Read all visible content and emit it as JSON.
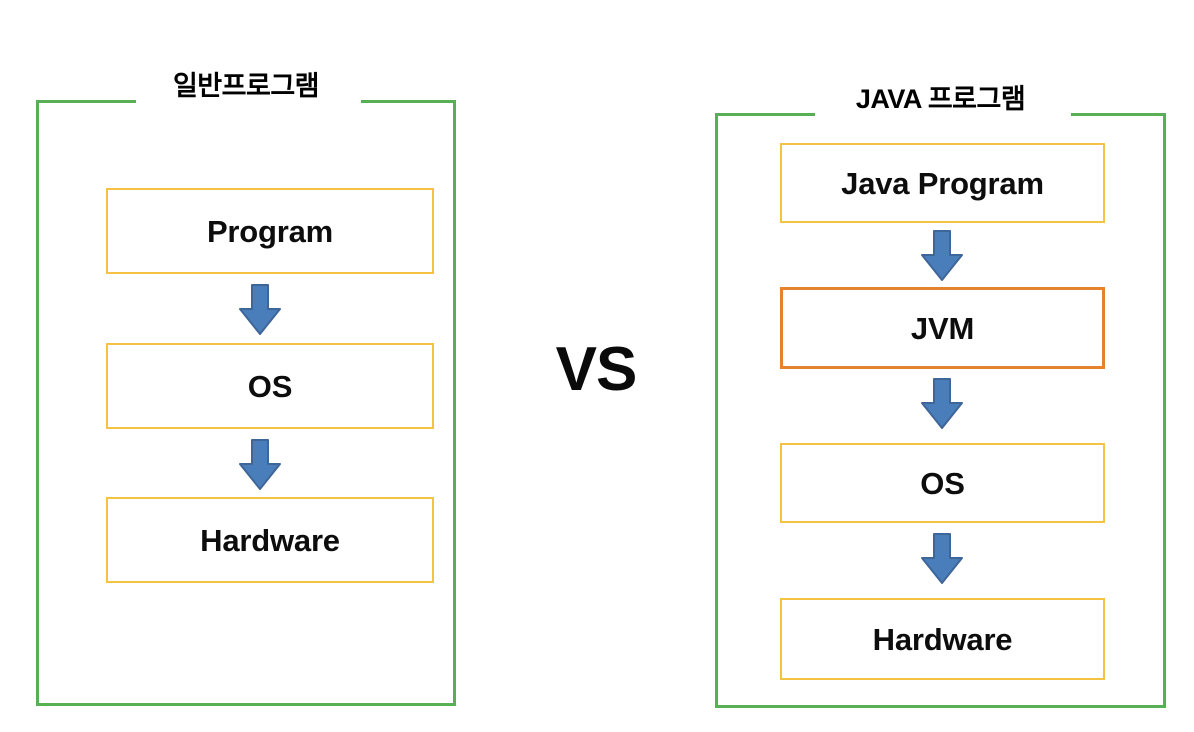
{
  "figure": {
    "separator_label": "VS",
    "accent_colors": {
      "frame_green": "#57b054",
      "box_yellow": "#f5c243",
      "box_orange": "#e3822f",
      "arrow_blue": "#4a7ebb",
      "arrow_blue_stroke": "#3f6699",
      "text_black": "#0d0d0d",
      "background": "#ffffff"
    }
  },
  "left_group": {
    "title": "일반프로그램",
    "boxes": [
      {
        "label": "Program",
        "style": "yellow"
      },
      {
        "label": "OS",
        "style": "yellow"
      },
      {
        "label": "Hardware",
        "style": "yellow"
      }
    ],
    "arrows": [
      {
        "name": "arrow-program-to-os",
        "direction": "down"
      },
      {
        "name": "arrow-os-to-hardware",
        "direction": "down"
      }
    ]
  },
  "right_group": {
    "title": "JAVA 프로그램",
    "boxes": [
      {
        "label": "Java Program",
        "style": "yellow"
      },
      {
        "label": "JVM",
        "style": "orange"
      },
      {
        "label": "OS",
        "style": "yellow"
      },
      {
        "label": "Hardware",
        "style": "yellow"
      }
    ],
    "arrows": [
      {
        "name": "arrow-javaprogram-to-jvm",
        "direction": "down"
      },
      {
        "name": "arrow-jvm-to-os",
        "direction": "down"
      },
      {
        "name": "arrow-os-to-hardware",
        "direction": "down"
      }
    ]
  }
}
